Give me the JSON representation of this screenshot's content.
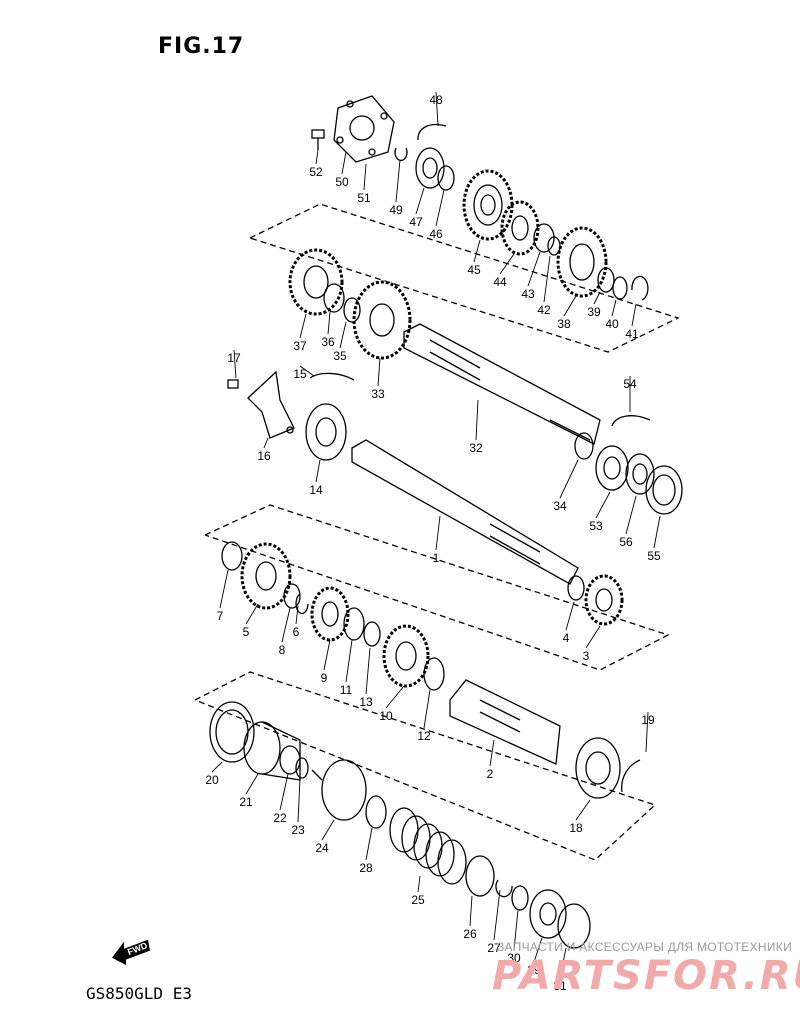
{
  "figure": {
    "title": "FIG.17"
  },
  "model": "GS850GLD E3",
  "fwd_icon": {
    "label": "FWD",
    "icon": "forward-arrow-icon"
  },
  "watermark": {
    "top_text": "ЗАПЧАСТИ И АКСЕССУАРЫ ДЛЯ МОТОТЕХНИКИ",
    "logo_text": "PARTSFOR.RU"
  },
  "callouts": [
    "1",
    "2",
    "3",
    "4",
    "5",
    "6",
    "7",
    "8",
    "9",
    "10",
    "11",
    "12",
    "13",
    "14",
    "15",
    "16",
    "17",
    "18",
    "19",
    "20",
    "21",
    "22",
    "23",
    "24",
    "25",
    "26",
    "27",
    "28",
    "29",
    "30",
    "31",
    "32",
    "33",
    "34",
    "35",
    "36",
    "37",
    "38",
    "39",
    "40",
    "41",
    "42",
    "43",
    "44",
    "45",
    "46",
    "47",
    "48",
    "49",
    "50",
    "51",
    "52",
    "53",
    "54",
    "55",
    "56"
  ]
}
